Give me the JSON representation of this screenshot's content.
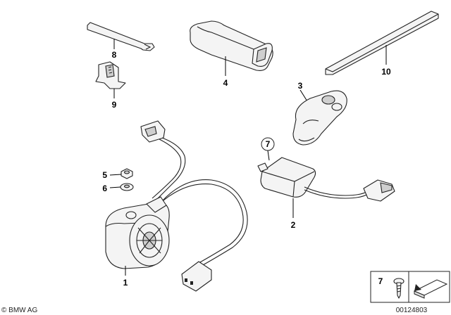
{
  "callouts": {
    "c1": "1",
    "c2": "2",
    "c3": "3",
    "c4": "4",
    "c5": "5",
    "c6": "6",
    "c7": "7",
    "c8": "8",
    "c9": "9",
    "c10": "10",
    "c7_box": "7"
  },
  "footer": {
    "brand": "© BMW AG",
    "code": "00124803"
  }
}
